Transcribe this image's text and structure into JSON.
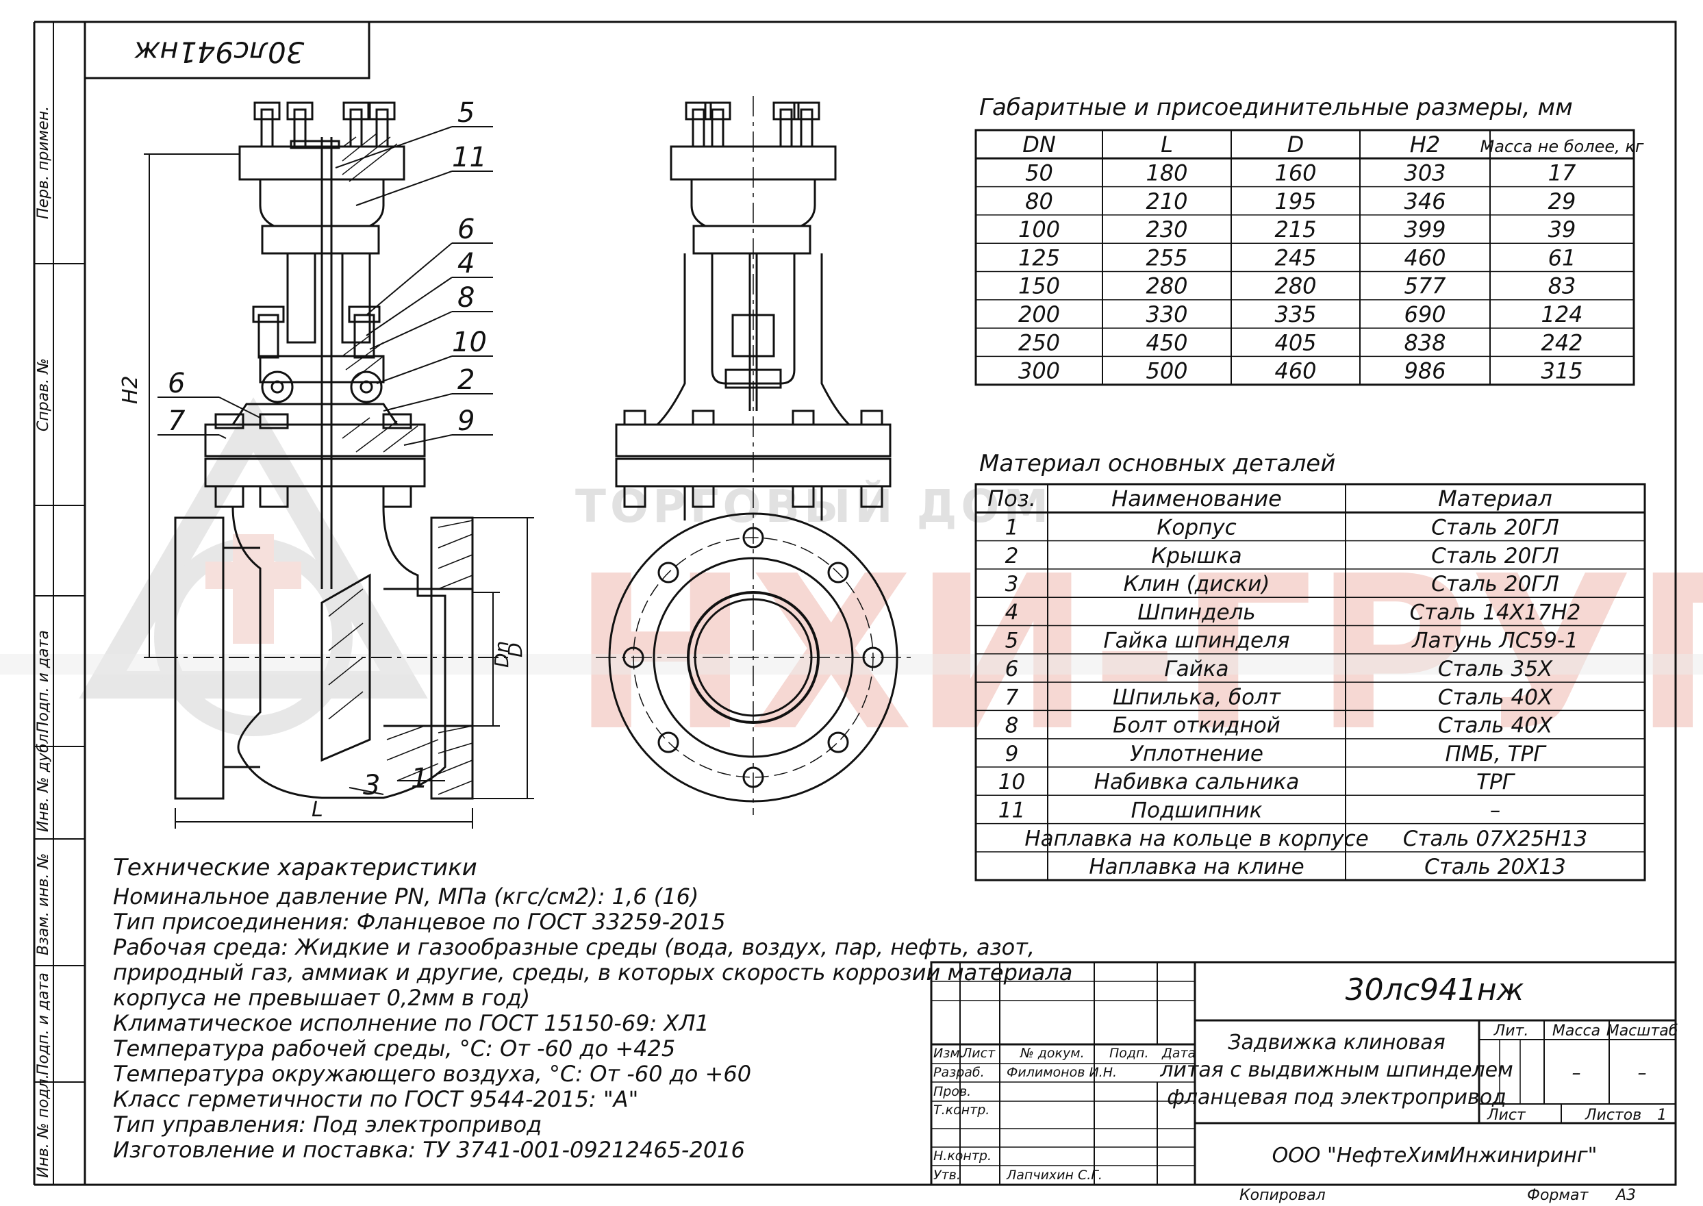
{
  "watermark": {
    "company": "ТОРГОВЫЙ ДОМ",
    "brand": "НХИ-ГРУПП",
    "color": "#f2c4bd",
    "gray": "#d9d9d9"
  },
  "stamp_top": "30лс941нж",
  "left_strip": [
    "Перв. примен.",
    "Справ. №",
    "Подп. и дата",
    "Инв. № дубл.",
    "Взам. инв. №",
    "Подп. и дата",
    "Инв. № подл."
  ],
  "drawing": {
    "callouts": [
      "5",
      "11",
      "6",
      "4",
      "8",
      "10",
      "2",
      "9",
      "6",
      "7",
      "3",
      "1"
    ],
    "dims": {
      "h2": "H2",
      "l": "L",
      "dn": "Dn",
      "d": "D"
    }
  },
  "dims_table": {
    "title": "Габаритные и присоединительные размеры, мм",
    "headers": [
      "DN",
      "L",
      "D",
      "H2",
      "Масса не более, кг"
    ],
    "rows": [
      [
        "50",
        "180",
        "160",
        "303",
        "17"
      ],
      [
        "80",
        "210",
        "195",
        "346",
        "29"
      ],
      [
        "100",
        "230",
        "215",
        "399",
        "39"
      ],
      [
        "125",
        "255",
        "245",
        "460",
        "61"
      ],
      [
        "150",
        "280",
        "280",
        "577",
        "83"
      ],
      [
        "200",
        "330",
        "335",
        "690",
        "124"
      ],
      [
        "250",
        "450",
        "405",
        "838",
        "242"
      ],
      [
        "300",
        "500",
        "460",
        "986",
        "315"
      ]
    ]
  },
  "mat_table": {
    "title": "Материал основных деталей",
    "headers": [
      "Поз.",
      "Наименование",
      "Материал"
    ],
    "rows": [
      [
        "1",
        "Корпус",
        "Сталь 20ГЛ"
      ],
      [
        "2",
        "Крышка",
        "Сталь 20ГЛ"
      ],
      [
        "3",
        "Клин (диски)",
        "Сталь 20ГЛ"
      ],
      [
        "4",
        "Шпиндель",
        "Сталь 14Х17Н2"
      ],
      [
        "5",
        "Гайка шпинделя",
        "Латунь ЛС59-1"
      ],
      [
        "6",
        "Гайка",
        "Сталь 35Х"
      ],
      [
        "7",
        "Шпилька, болт",
        "Сталь 40Х"
      ],
      [
        "8",
        "Болт откидной",
        "Сталь 40Х"
      ],
      [
        "9",
        "Уплотнение",
        "ПМБ, ТРГ"
      ],
      [
        "10",
        "Набивка сальника",
        "ТРГ"
      ],
      [
        "11",
        "Подшипник",
        "–"
      ],
      [
        "",
        "Наплавка на кольце в корпусе",
        "Сталь 07Х25Н13"
      ],
      [
        "",
        "Наплавка на клине",
        "Сталь 20Х13"
      ]
    ]
  },
  "tech": {
    "title": "Технические характеристики",
    "lines": [
      "Номинальное давление PN, МПа (кгс/см2): 1,6 (16)",
      "Тип присоединения: Фланцевое по ГОСТ 33259-2015",
      "Рабочая среда: Жидкие и газообразные среды (вода, воздух, пар, нефть, азот,",
      "природный газ, аммиак и другие, среды, в которых скорость коррозии материала",
      "корпуса не превышает 0,2мм в год)",
      "Климатическое исполнение по ГОСТ 15150-69: ХЛ1",
      "Температура рабочей среды, °С: От -60 до +425",
      "Температура окружающего воздуха, °С: От -60 до +60",
      "Класс герметичности по ГОСТ 9544-2015: \"А\"",
      "Тип управления: Под электропривод",
      "Изготовление и поставка: ТУ 3741-001-09212465-2016"
    ]
  },
  "title_block": {
    "code": "30лс941нж",
    "name_lines": [
      "Задвижка клиновая",
      "литая с выдвижным шпинделем",
      "фланцевая под электропривод"
    ],
    "lit": "Лит.",
    "massa": "Масса",
    "masshtab": "Масштаб",
    "massa_val": "–",
    "masshtab_val": "–",
    "list": "Лист",
    "listov": "Листов",
    "listov_val": "1",
    "company": "ООО \"НефтеХимИнжиниринг\"",
    "izm_row": [
      "Изм.",
      "Лист",
      "№ докум.",
      "Подп.",
      "Дата"
    ],
    "roles": [
      "Разраб.",
      "Пров.",
      "Т.контр.",
      "",
      "Н.контр.",
      "Утв."
    ],
    "names": [
      "Филимонов И.Н.",
      "",
      "",
      "",
      "",
      "Лапчихин С.Г."
    ],
    "kopiroval": "Копировал",
    "format": "Формат",
    "format_val": "А3"
  }
}
